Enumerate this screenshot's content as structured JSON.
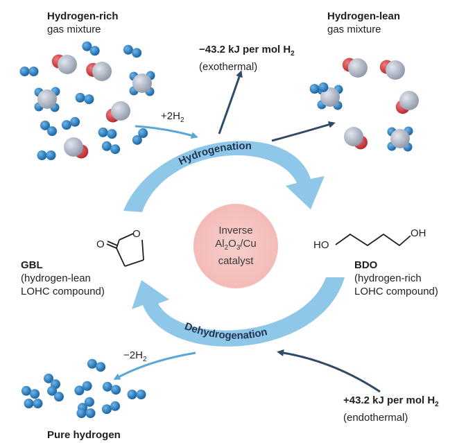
{
  "hydrogen_rich_mixture": {
    "title": "Hydrogen-rich",
    "subtitle": "gas mixture"
  },
  "hydrogen_lean_mixture": {
    "title": "Hydrogen-lean",
    "subtitle": "gas mixture"
  },
  "exothermal": {
    "value": "−43.2 kJ per mol H",
    "sub": "2",
    "note": "(exothermal)"
  },
  "endothermal": {
    "value": "+43.2 kJ per mol H",
    "sub": "2",
    "note": "(endothermal)"
  },
  "plus_h2": {
    "text": "+2H",
    "sub": "2"
  },
  "minus_h2": {
    "text": "−2H",
    "sub": "2"
  },
  "hydrogenation_label": "Hydrogenation",
  "dehydrogenation_label": "Dehydrogenation",
  "catalyst": {
    "line1": "Inverse",
    "line2_a": "Al",
    "line2_s1": "2",
    "line2_b": "O",
    "line2_s2": "3",
    "line2_c": "/Cu",
    "line3": "catalyst"
  },
  "gbl": {
    "name": "GBL",
    "desc1": "(hydrogen-lean",
    "desc2": "LOHC compound)",
    "atom_o": "O"
  },
  "bdo": {
    "name": "BDO",
    "desc1": "(hydrogen-rich",
    "desc2": "LOHC compound)",
    "left": "HO",
    "right": "OH"
  },
  "pure_hydrogen": "Pure hydrogen",
  "colors": {
    "arrow_light": "#8fc7e8",
    "arrow_dark": "#2f4a66",
    "h2_blue": "#1f7fc8",
    "co_grey": "#b4bccb",
    "co_red": "#d33a3f",
    "catalyst_pink": "#f6c9c6"
  }
}
